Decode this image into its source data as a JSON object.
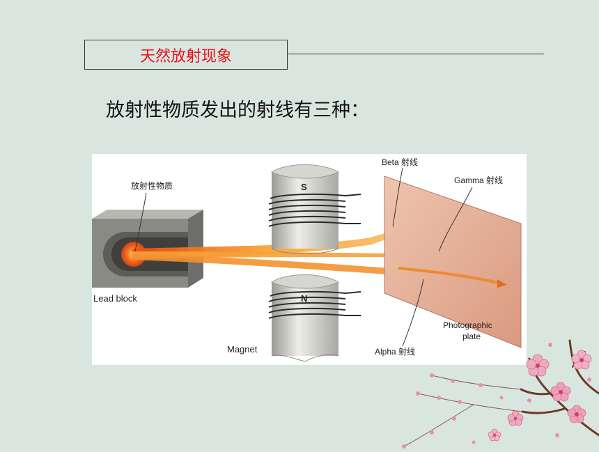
{
  "slide": {
    "title": "天然放射现象",
    "heading": "放射性物质发出的射线有三种："
  },
  "diagram": {
    "labels": {
      "source": "放射性物质",
      "lead_block": "Lead block",
      "magnet": "Magnet",
      "pole_south": "S",
      "pole_north": "N",
      "beta": "Beta 射线",
      "gamma": "Gamma 射线",
      "alpha": "Alpha 射线",
      "plate_line1": "Photographic",
      "plate_line2": "plate"
    }
  },
  "colors": {
    "title_red": "#e8101a",
    "background": "#d9e6e0",
    "beam_orange": "#f59a2c",
    "plate_pink": "#e8b39b"
  }
}
